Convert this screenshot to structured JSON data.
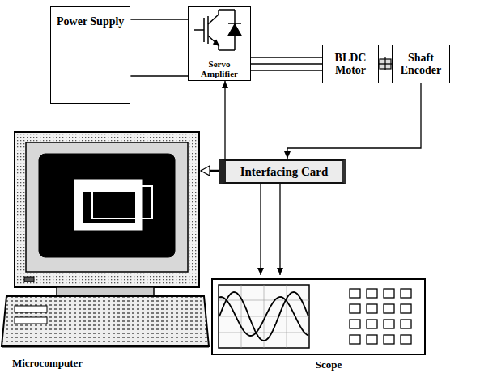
{
  "diagram": {
    "nodes": [
      {
        "text": [
          "Power Supply"
        ]
      },
      {
        "text": [
          "Servo Amplifier"
        ]
      },
      {
        "text": [
          "BLDC Motor"
        ]
      },
      {
        "text": [
          "Shaft Encoder"
        ]
      },
      {
        "text": [
          "Interfacing Card"
        ]
      },
      {
        "text": [
          "Microcomputer"
        ]
      },
      {
        "text": [
          "Scope"
        ]
      }
    ],
    "edges": [
      {
        "from": 0,
        "to": 1,
        "arrow": "none"
      },
      {
        "from": 0,
        "to": 1,
        "arrow": "none"
      },
      {
        "from": 1,
        "to": 2,
        "arrow": "none"
      },
      {
        "from": 1,
        "to": 2,
        "arrow": "none"
      },
      {
        "from": 1,
        "to": 2,
        "arrow": "none"
      },
      {
        "from": 2,
        "to": 3,
        "arrow": "none"
      },
      {
        "from": 3,
        "to": 4,
        "arrow": "to"
      },
      {
        "from": 4,
        "to": 1,
        "arrow": "to"
      },
      {
        "from": 4,
        "to": 5,
        "arrow": "to"
      },
      {
        "from": 4,
        "to": 6,
        "arrow": "to"
      },
      {
        "from": 4,
        "to": 6,
        "arrow": "to"
      }
    ]
  }
}
